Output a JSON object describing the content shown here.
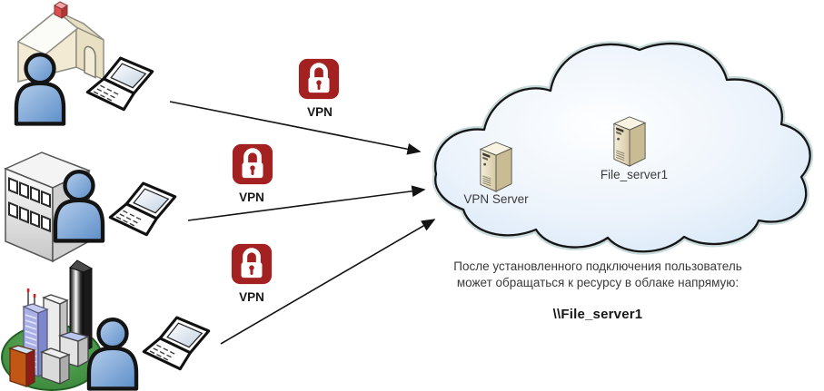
{
  "locks": {
    "labels": [
      "VPN",
      "VPN",
      "VPN"
    ],
    "color": "#A32121",
    "icon": "padlock-icon"
  },
  "cloud": {
    "servers": [
      {
        "label": "VPN Server",
        "icon": "server-tower-icon"
      },
      {
        "label": "File_server1",
        "icon": "server-tower-icon"
      }
    ],
    "fill": "#D9E8F7",
    "glow": "#C6D8D9",
    "outline": "#161616"
  },
  "clients": [
    {
      "icon": "house-icon"
    },
    {
      "icon": "office-building-icon"
    },
    {
      "icon": "city-buildings-icon"
    }
  ],
  "shared_icons": [
    "person-icon",
    "laptop-icon",
    "arrow-icon"
  ],
  "note": {
    "line1": "После установленного подключения пользователь",
    "line2": "может обращаться к ресурсу в облаке напрямую:",
    "unc_path": "\\\\File_server1"
  },
  "colors": {
    "person_blue": "#6F9CD2",
    "grass_green": "#3E8E3E",
    "arrow_black": "#141414"
  }
}
